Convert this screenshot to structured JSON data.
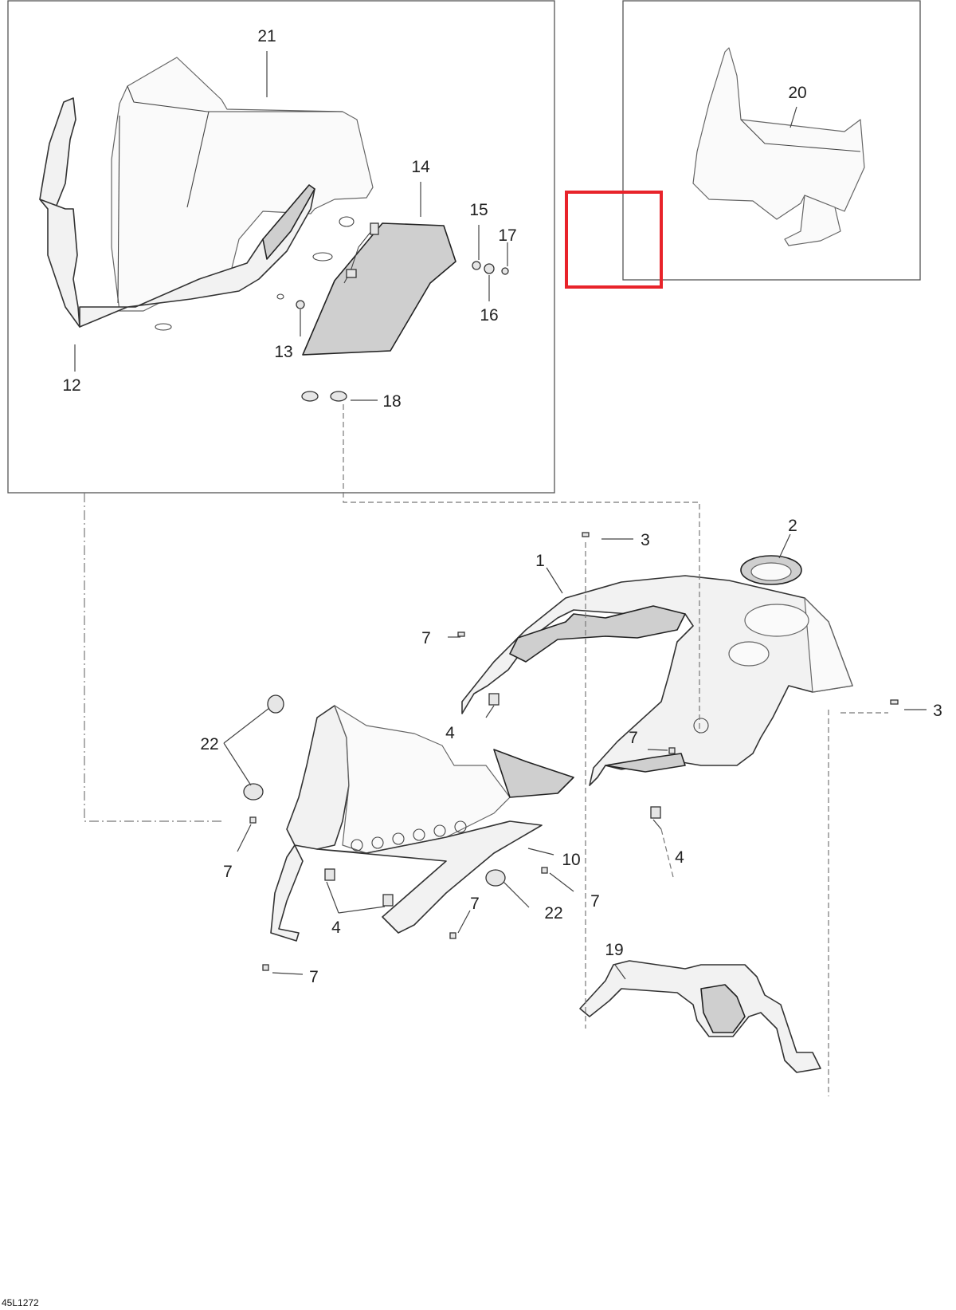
{
  "diagram": {
    "drawing_code": "45L1272",
    "highlight_color": "#e8232a",
    "callouts": {
      "c1": "1",
      "c2": "2",
      "c3a": "3",
      "c3b": "3",
      "c4a": "4",
      "c4b": "4",
      "c4c": "4",
      "c7a": "7",
      "c7b": "7",
      "c7c": "7",
      "c7d": "7",
      "c7e": "7",
      "c7f": "7",
      "c10": "10",
      "c12": "12",
      "c13": "13",
      "c14": "14",
      "c15": "15",
      "c16": "16",
      "c17": "17",
      "c18": "18",
      "c19": "19",
      "c20": "20",
      "c21": "21",
      "c22a": "22",
      "c22b": "22"
    }
  }
}
